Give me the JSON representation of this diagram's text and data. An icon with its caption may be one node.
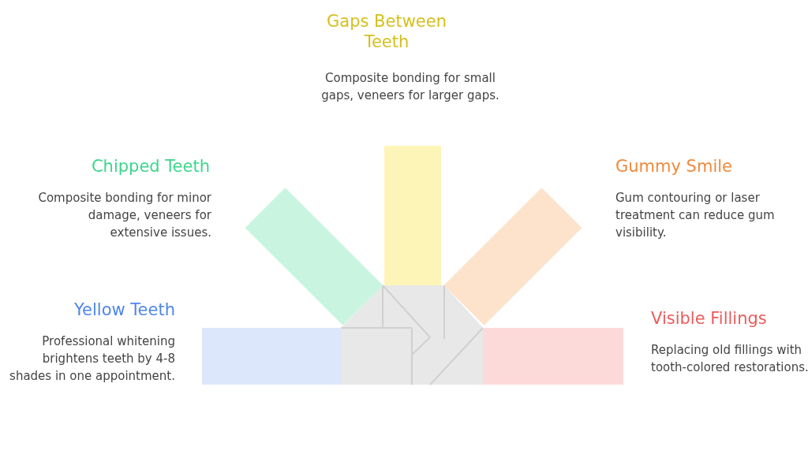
{
  "diagram": {
    "nodes": [
      {
        "text": [
          "Gaps Between Teeth",
          "Composite bonding for small gaps, veneers for larger gaps."
        ]
      },
      {
        "text": [
          "Chipped Teeth",
          "Composite bonding for minor damage, veneers for extensive issues."
        ]
      },
      {
        "text": [
          "Gummy Smile",
          "Gum contouring or laser treatment can reduce gum visibility."
        ]
      },
      {
        "text": [
          "Yellow Teeth",
          "Professional whitening brightens teeth by 4-8 shades in one appointment."
        ]
      },
      {
        "text": [
          "Visible Fillings",
          "Replacing old fillings with tooth-colored restorations."
        ]
      }
    ]
  }
}
